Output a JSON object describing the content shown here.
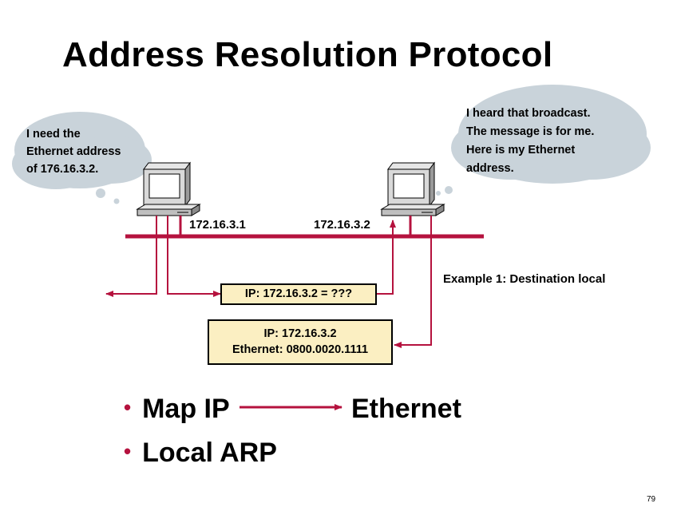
{
  "title": "Address Resolution Protocol",
  "left_bubble": {
    "line1": "I need the",
    "line2": "Ethernet address",
    "line3": "of 176.16.3.2."
  },
  "right_bubble": {
    "line1": "I heard that broadcast.",
    "line2": "The message is for me.",
    "line3": "Here is my Ethernet",
    "line4": "address."
  },
  "host1_ip": "172.16.3.1",
  "host2_ip": "172.16.3.2",
  "request_box": "IP: 172.16.3.2 = ???",
  "reply_box": {
    "line1": "IP: 172.16.3.2",
    "line2": "Ethernet: 0800.0020.1111"
  },
  "example_label": "Example 1: Destination local",
  "bullets": {
    "bullet1_left": "Map IP",
    "bullet1_right": "Ethernet",
    "bullet2": "Local ARP",
    "bullet_glyph": "•"
  },
  "page_number": "79",
  "colors": {
    "network_line": "#b5123e",
    "bubble": "#c9d3da",
    "box_fill": "#fbefc2"
  }
}
